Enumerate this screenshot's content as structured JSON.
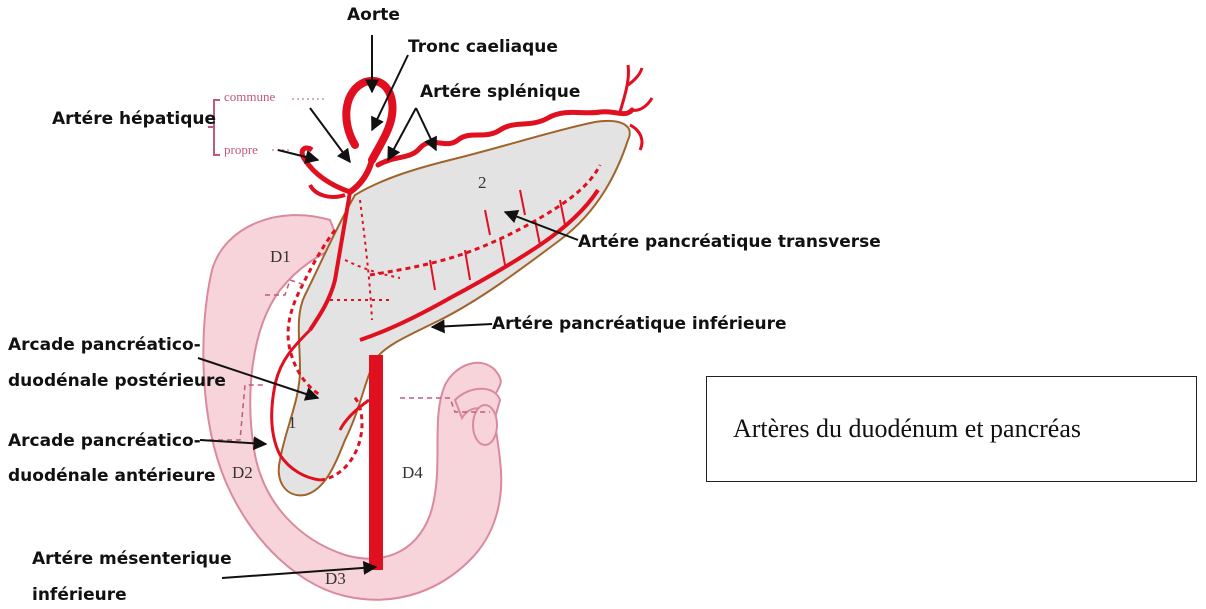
{
  "labels": {
    "aorte": "Aorte",
    "tronc": "Tronc caeliaque",
    "hepatique": "Artére hépatique",
    "commune": "commune",
    "propre": "propre",
    "splenique": "Artére splénique",
    "pancreatique_transverse": "Artére pancréatique transverse",
    "pancreatique_inferieure": "Artére pancréatique inférieure",
    "arcade_post_1": "Arcade pancréatico-",
    "arcade_post_2": "duodénale postérieure",
    "arcade_ant_1": "Arcade pancréatico-",
    "arcade_ant_2": "duodénale antérieure",
    "mesenterique_1": "Artére mésenterique",
    "mesenterique_2": "inférieure",
    "num_1": "1",
    "num_2": "2",
    "d1": "D1",
    "d2": "D2",
    "d3": "D3",
    "d4": "D4"
  },
  "caption": "Artères du duodénum et pancréas",
  "colors": {
    "artery": "#e01020",
    "duodenum_fill": "#f7d4da",
    "duodenum_outline": "#d98aa0",
    "pancreas_fill": "#e3e3e3",
    "pancreas_outline": "#a0642a"
  }
}
